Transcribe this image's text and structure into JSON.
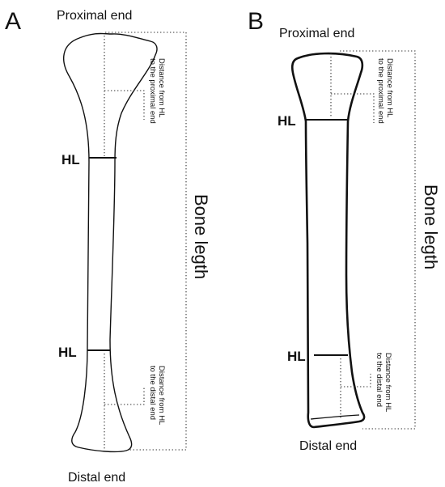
{
  "panels": [
    {
      "letter": "A",
      "proximal_label": "Proximal end",
      "distal_label": "Distal end",
      "hl_upper": "HL",
      "hl_lower": "HL",
      "length_label": "Bone legth",
      "dist_proximal": [
        "Distance from HL",
        "to the proximal end"
      ],
      "dist_distal": [
        "Distance from HL",
        "to the distal end"
      ]
    },
    {
      "letter": "B",
      "proximal_label": "Proximal end",
      "distal_label": "Distal end",
      "hl_upper": "HL",
      "hl_lower": "HL",
      "length_label": "Bone legth",
      "dist_proximal": [
        "Distance from HL",
        "to the proximal end"
      ],
      "dist_distal": [
        "Distance from HL",
        "to the distal end"
      ]
    }
  ]
}
